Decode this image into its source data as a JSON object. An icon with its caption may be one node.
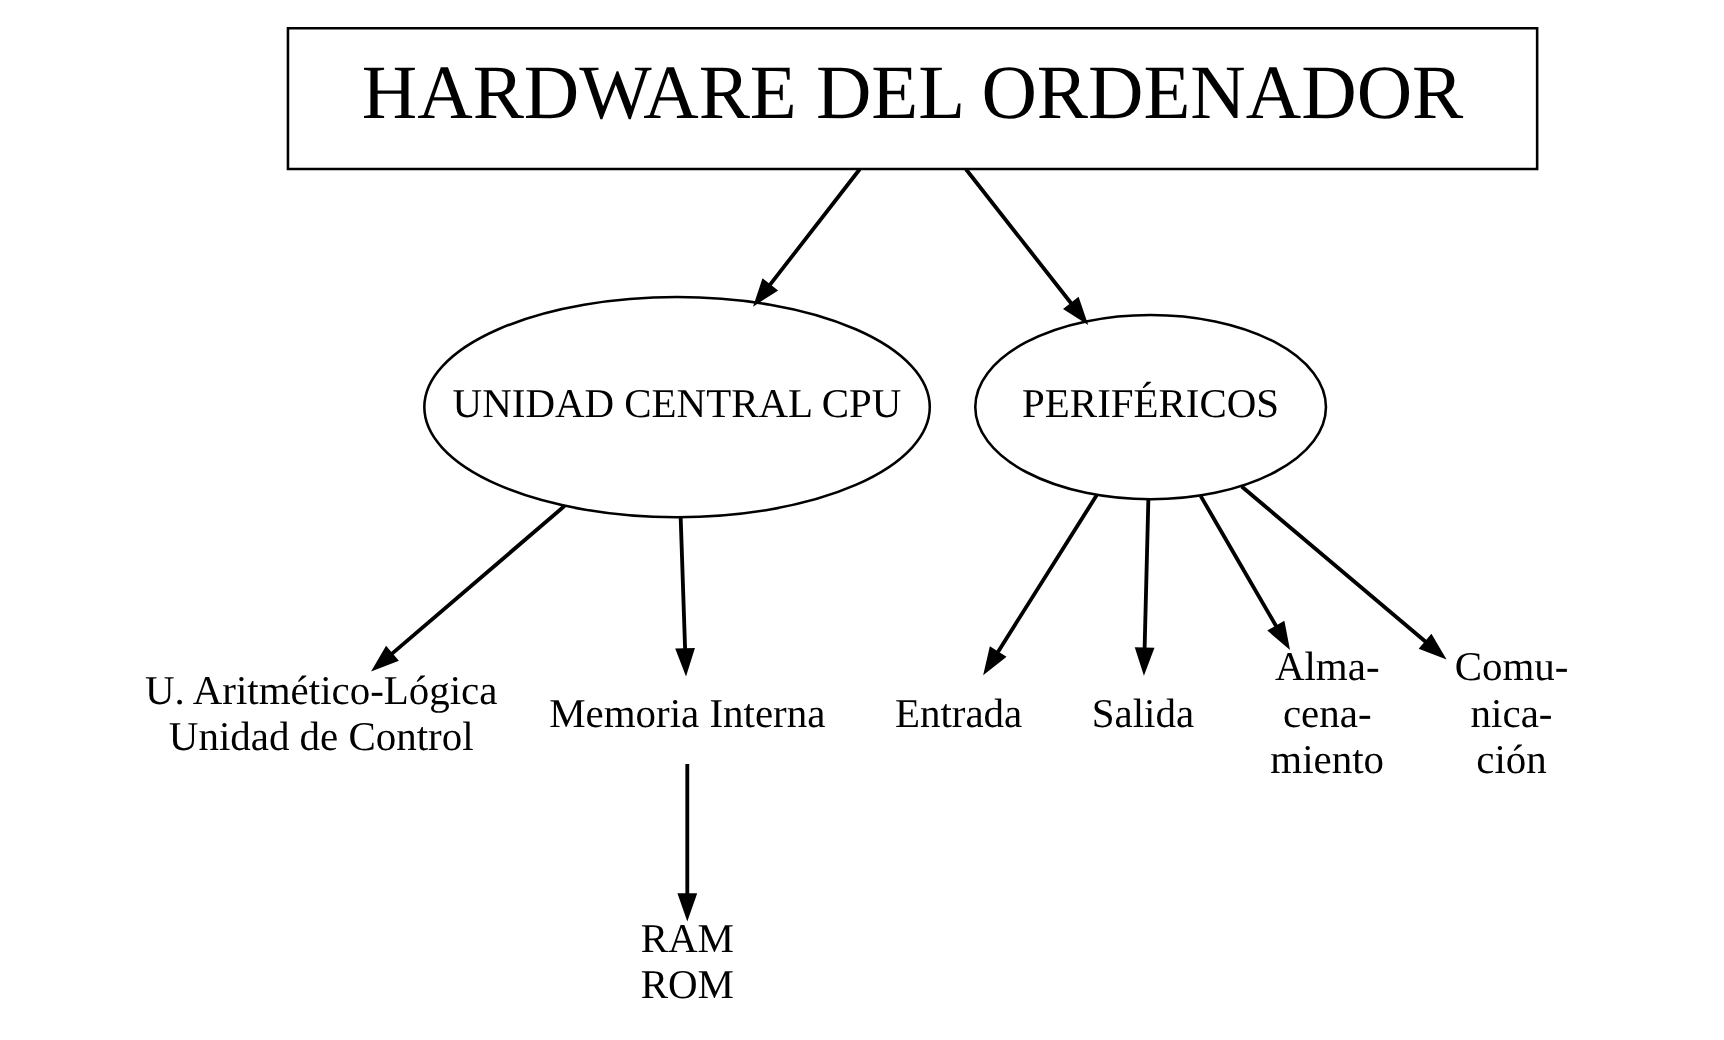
{
  "diagram": {
    "nodes": [
      {
        "text": [
          "HARDWARE DEL ORDENADOR"
        ]
      },
      {
        "text": [
          "UNIDAD CENTRAL CPU"
        ]
      },
      {
        "text": [
          "PERIFÉRICOS"
        ]
      },
      {
        "text": [
          "U. Aritmético-Lógica",
          "Unidad de Control"
        ]
      },
      {
        "text": [
          "Memoria Interna"
        ]
      },
      {
        "text": [
          "RAM",
          "ROM"
        ]
      },
      {
        "text": [
          "Entrada"
        ]
      },
      {
        "text": [
          "Salida"
        ]
      },
      {
        "text": [
          "Alma- cena- miento"
        ]
      },
      {
        "text": [
          "Comu- nica- ción"
        ]
      }
    ],
    "edges": [
      {
        "from": 0,
        "to": 1,
        "arrow": "to"
      },
      {
        "from": 0,
        "to": 2,
        "arrow": "to"
      },
      {
        "from": 1,
        "to": 3,
        "arrow": "to"
      },
      {
        "from": 1,
        "to": 4,
        "arrow": "to"
      },
      {
        "from": 4,
        "to": 5,
        "arrow": "to"
      },
      {
        "from": 2,
        "to": 6,
        "arrow": "to"
      },
      {
        "from": 2,
        "to": 7,
        "arrow": "to"
      },
      {
        "from": 2,
        "to": 8,
        "arrow": "to"
      },
      {
        "from": 2,
        "to": 9,
        "arrow": "to"
      }
    ]
  }
}
